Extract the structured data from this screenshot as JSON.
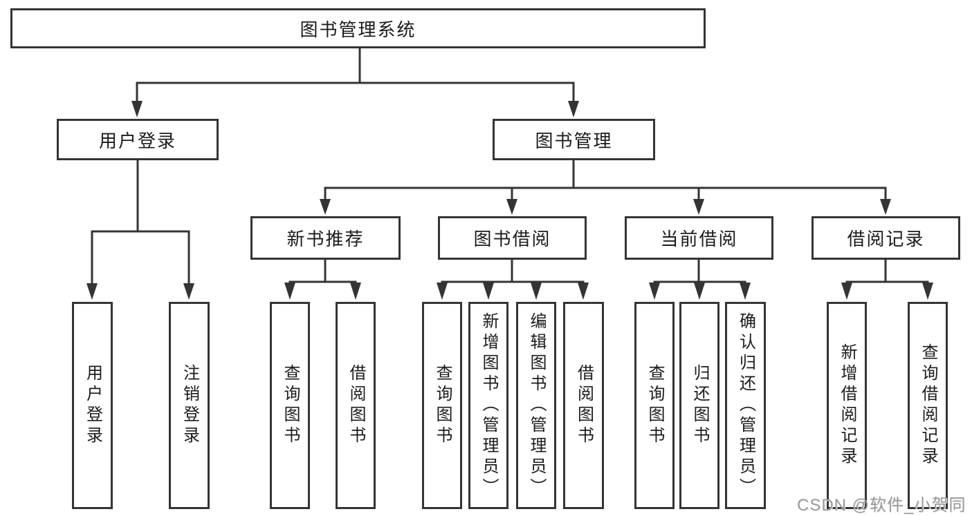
{
  "tree": {
    "label": "图书管理系统",
    "children": [
      {
        "label": "用户登录",
        "children": [
          {
            "label": "用户登录"
          },
          {
            "label": "注销登录"
          }
        ]
      },
      {
        "label": "图书管理",
        "children": [
          {
            "label": "新书推荐",
            "children": [
              {
                "label": "查询图书"
              },
              {
                "label": "借阅图书"
              }
            ]
          },
          {
            "label": "图书借阅",
            "children": [
              {
                "label": "查询图书"
              },
              {
                "label": "新增图书（管理员）"
              },
              {
                "label": "编辑图书（管理员）"
              },
              {
                "label": "借阅图书"
              }
            ]
          },
          {
            "label": "当前借阅",
            "children": [
              {
                "label": "查询图书"
              },
              {
                "label": "归还图书"
              },
              {
                "label": "确认归还（管理员）"
              }
            ]
          },
          {
            "label": "借阅记录",
            "children": [
              {
                "label": "新增借阅记录"
              },
              {
                "label": "查询借阅记录"
              }
            ]
          }
        ]
      }
    ]
  },
  "watermark": "CSDN @软件_小贺同学",
  "colors": {
    "line": "#343434",
    "box_border": "#343434",
    "box_fill": "#ffffff",
    "text": "#1b1b1b",
    "watermark": "#9a9a9a"
  }
}
